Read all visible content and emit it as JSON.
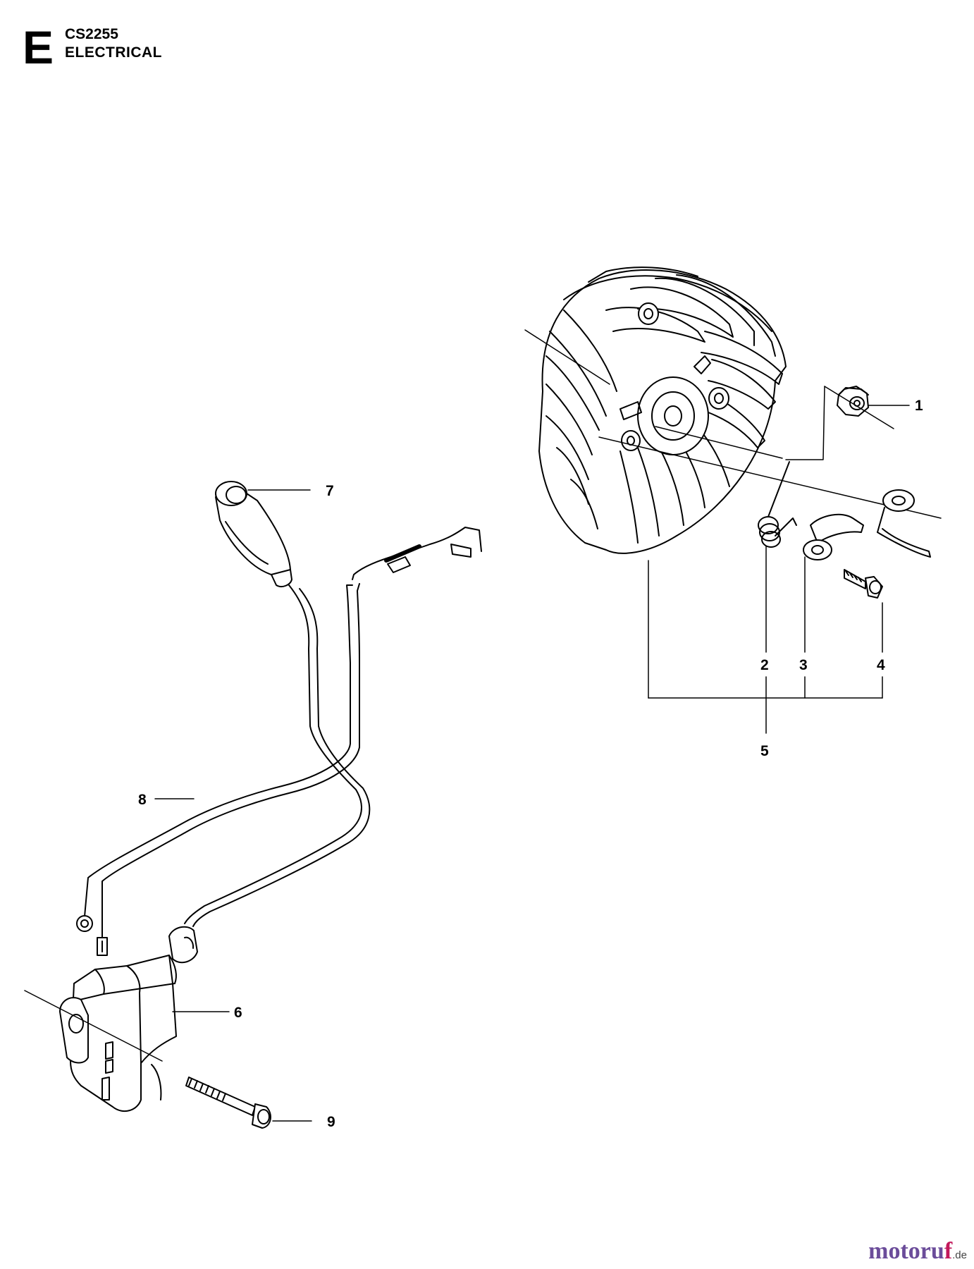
{
  "header": {
    "section_letter": "E",
    "model": "CS2255",
    "title": "ELECTRICAL"
  },
  "callouts": [
    "1",
    "2",
    "3",
    "4",
    "5",
    "6",
    "7",
    "8",
    "9"
  ],
  "watermark": {
    "brand_main": "motoru",
    "brand_accent": "f",
    "brand_suffix": ".de",
    "colors": {
      "main": "#6b4c9a",
      "accent": "#c2185b"
    }
  }
}
